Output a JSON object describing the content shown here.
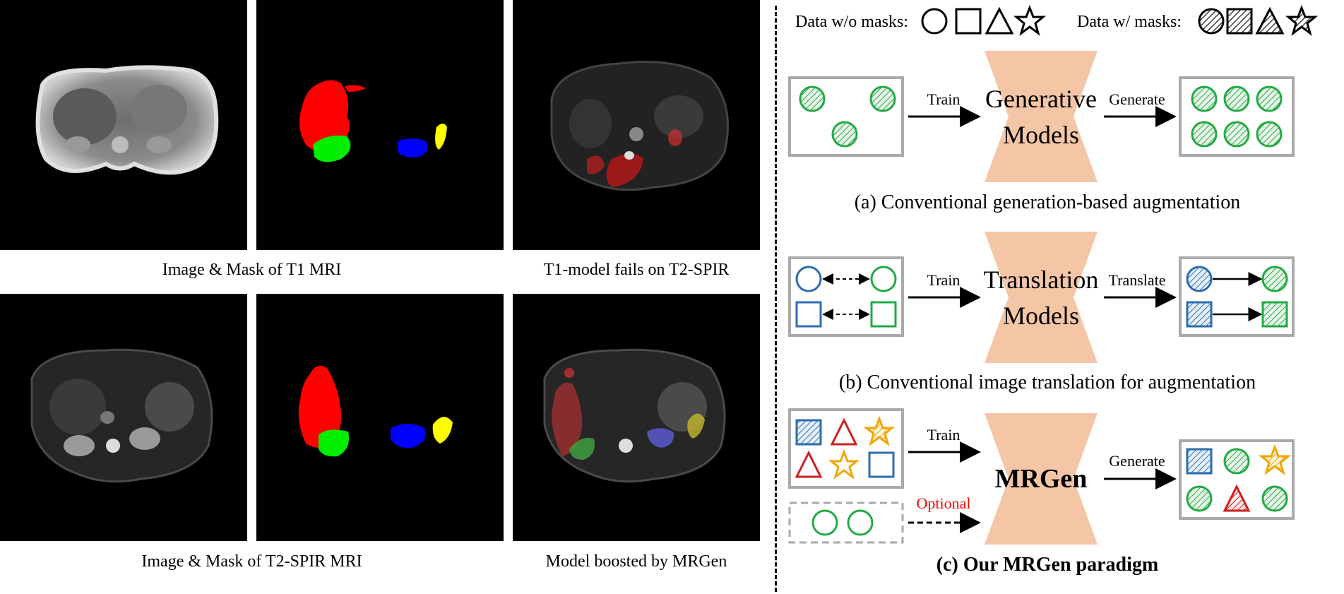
{
  "captions": {
    "t1": "Image & Mask of T1 MRI",
    "t1_fail": "T1-model fails on T2-SPIR",
    "t2": "Image & Mask of T2-SPIR MRI",
    "boosted": "Model boosted by MRGen"
  },
  "legend": {
    "without_masks": "Data w/o masks:",
    "with_masks": "Data w/ masks:"
  },
  "section_a": {
    "train": "Train",
    "model_line1": "Generative",
    "model_line2": "Models",
    "action": "Generate",
    "caption": "(a) Conventional generation-based augmentation"
  },
  "section_b": {
    "train": "Train",
    "model_line1": "Translation",
    "model_line2": "Models",
    "action": "Translate",
    "caption": "(b) Conventional image translation for augmentation"
  },
  "section_c": {
    "train": "Train",
    "optional": "Optional",
    "model": "MRGen",
    "action": "Generate",
    "caption": "(c) Our MRGen paradigm"
  },
  "colors": {
    "liver": "#ff0000",
    "kidney_right": "#00ff00",
    "kidney_left": "#0000ff",
    "spleen": "#ffff00",
    "model_fill": "#f5c6a6",
    "green": "#22aa44",
    "blue": "#2b6cb0",
    "red": "#cc1f1f",
    "orange": "#f0a500",
    "optional_text": "#ff0000"
  }
}
